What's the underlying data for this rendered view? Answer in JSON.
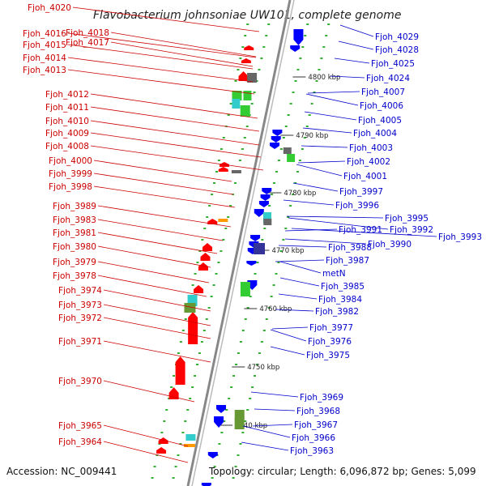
{
  "title": "Flavobacterium johnsoniae UW101, complete genome",
  "accession": "Accession: NC_009441",
  "topology": "Topology: circular; Length: 6,096,872 bp; Genes: 5,099",
  "colors": {
    "forward_gene": "#ff0000",
    "reverse_gene": "#0000ff",
    "left_label": "#cc0000",
    "right_label": "#0000cc",
    "cog_green": "#33cc33",
    "cog_cyan": "#33cccc",
    "cog_olive": "#669933",
    "cog_gray": "#666666",
    "cog_orange": "#ff9900",
    "cog_navy": "#333399",
    "backbone": "#888888",
    "tick": "#009900"
  },
  "scale_labels": [
    "4800 kbp",
    "4790 kbp",
    "4780 kbp",
    "4770 kbp",
    "4760 kbp",
    "4750 kbp",
    "4740 kbp"
  ],
  "left_labels": [
    "Fjoh_4020",
    "Fjoh_4016",
    "Fjoh_4018",
    "Fjoh_4015",
    "Fjoh_4017",
    "Fjoh_4014",
    "Fjoh_4013",
    "Fjoh_4012",
    "Fjoh_4011",
    "Fjoh_4010",
    "Fjoh_4009",
    "Fjoh_4008",
    "Fjoh_4000",
    "Fjoh_3999",
    "Fjoh_3998",
    "Fjoh_3989",
    "Fjoh_3983",
    "Fjoh_3981",
    "Fjoh_3980",
    "Fjoh_3979",
    "Fjoh_3978",
    "Fjoh_3974",
    "Fjoh_3973",
    "Fjoh_3972",
    "Fjoh_3971",
    "Fjoh_3970",
    "Fjoh_3965",
    "Fjoh_3964"
  ],
  "right_labels": [
    "Fjoh_4029",
    "Fjoh_4028",
    "Fjoh_4025",
    "Fjoh_4024",
    "Fjoh_4007",
    "Fjoh_4006",
    "Fjoh_4005",
    "Fjoh_4004",
    "Fjoh_4003",
    "Fjoh_4002",
    "Fjoh_4001",
    "Fjoh_3997",
    "Fjoh_3996",
    "Fjoh_3995",
    "Fjoh_3991",
    "Fjoh_3992",
    "Fjoh_3993",
    "Fjoh_3990",
    "Fjoh_3988",
    "Fjoh_3987",
    "metN",
    "Fjoh_3985",
    "Fjoh_3984",
    "Fjoh_3982",
    "Fjoh_3977",
    "Fjoh_3976",
    "Fjoh_3975",
    "Fjoh_3969",
    "Fjoh_3968",
    "Fjoh_3967",
    "Fjoh_3966",
    "Fjoh_3963"
  ]
}
